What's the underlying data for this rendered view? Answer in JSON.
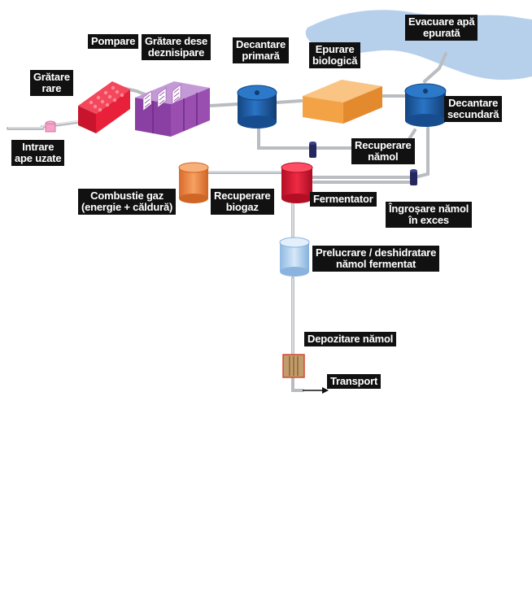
{
  "labels": {
    "gratare_rare": [
      "Grătare",
      "rare"
    ],
    "pompare": [
      "Pompare"
    ],
    "gratare_dese": [
      "Grătare dese",
      "deznisipare"
    ],
    "decantare_primara": [
      "Decantare",
      "primară"
    ],
    "epurare_biologica": [
      "Epurare",
      "biologică"
    ],
    "evacuare": [
      "Evacuare apă",
      "epurată"
    ],
    "decantare_secundara": [
      "Decantare",
      "secundară"
    ],
    "intrare": [
      "Intrare",
      "ape uzate"
    ],
    "recuperare_namol": [
      "Recuperare",
      "nămol"
    ],
    "combustie": [
      "Combustie gaz",
      "(energie + căldură)"
    ],
    "recuperare_biogaz": [
      "Recuperare",
      "biogaz"
    ],
    "fermentator": [
      "Fermentator"
    ],
    "ingrosare": [
      "Îngroșare nămol",
      "în exces"
    ],
    "prelucrare": [
      "Prelucrare / deshidratare",
      "nămol fermentat"
    ],
    "depozitare": [
      "Depozitare nămol"
    ],
    "transport": [
      "Transport"
    ]
  },
  "colors": {
    "label_bg": "#111111",
    "river": "#a9c8e8",
    "pipe": "#b9bcc0",
    "gratare_rare": "#e8203a",
    "gratare_dese": "#9a4fb0",
    "decantare": "#1f63b3",
    "epurare": "#f3a246",
    "fermentator": "#e41b36",
    "combustie": "#f08d4c",
    "prelucrare": "#b8d6f2",
    "pump": "#24285e"
  }
}
